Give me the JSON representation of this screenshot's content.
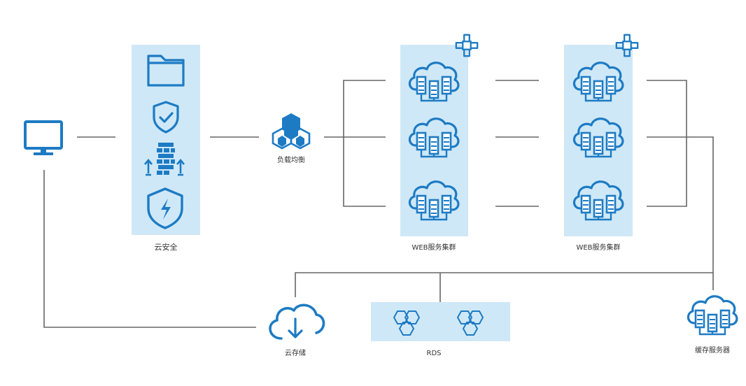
{
  "labels": {
    "cloud_security": "云安全",
    "load_balancer": "负载均衡",
    "web_cluster_1": "WEB服务集群",
    "web_cluster_2": "WEB服务集群",
    "cloud_storage": "云存储",
    "rds": "RDS",
    "cache_server": "缓存服务器"
  },
  "colors": {
    "icon": "#1d7bc4",
    "panel": "#cfe8f7",
    "line": "#666666"
  },
  "icons": [
    "monitor-icon",
    "folder-icon",
    "shield-check-icon",
    "firewall-icon",
    "shield-bolt-icon",
    "load-balancer-icon",
    "cloud-server-icon",
    "add-icon",
    "cloud-download-icon",
    "hexagon-cluster-icon"
  ]
}
